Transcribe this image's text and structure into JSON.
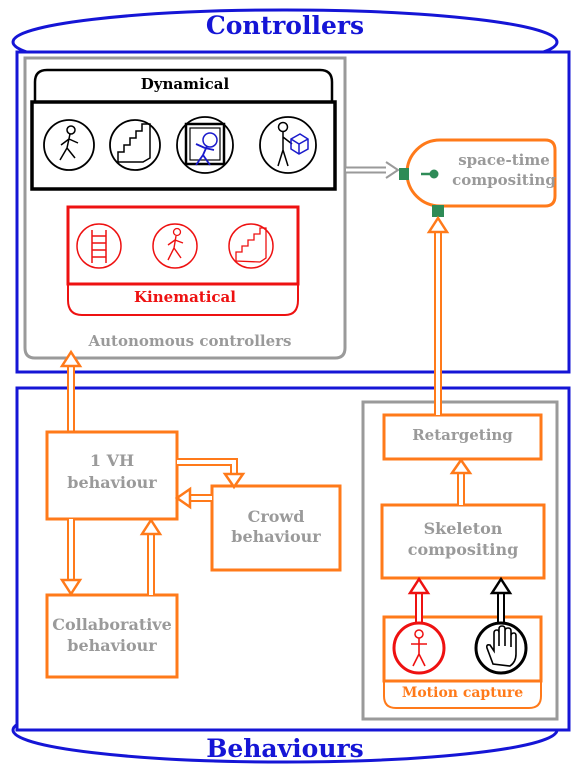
{
  "controllers": {
    "title": "Controllers",
    "dynamical": {
      "label": "Dynamical",
      "icons": [
        "walking-figure-icon",
        "stairs-icon",
        "figure-in-box-icon",
        "figure-holding-cube-icon"
      ]
    },
    "kinematical": {
      "label": "Kinematical",
      "icons": [
        "ladder-icon",
        "walking-figure-icon",
        "stairs-icon"
      ]
    },
    "autonomous_label": "Autonomous controllers",
    "compositing_label_line1": "space-time",
    "compositing_label_line2": "compositing"
  },
  "behaviours": {
    "title": "Behaviours",
    "vh_line1": "1 VH",
    "vh_line2": "behaviour",
    "crowd_line1": "Crowd",
    "crowd_line2": "behaviour",
    "collab_line1": "Collaborative",
    "collab_line2": "behaviour",
    "retargeting": "Retargeting",
    "skeleton_line1": "Skeleton",
    "skeleton_line2": "compositing",
    "motion_capture": "Motion capture"
  },
  "colors": {
    "blue": "#1515d6",
    "grey": "#9a9a9a",
    "orange": "#ff7a1a",
    "red": "#ee1111",
    "black": "#000000",
    "connector_green": "#2e8b57"
  }
}
